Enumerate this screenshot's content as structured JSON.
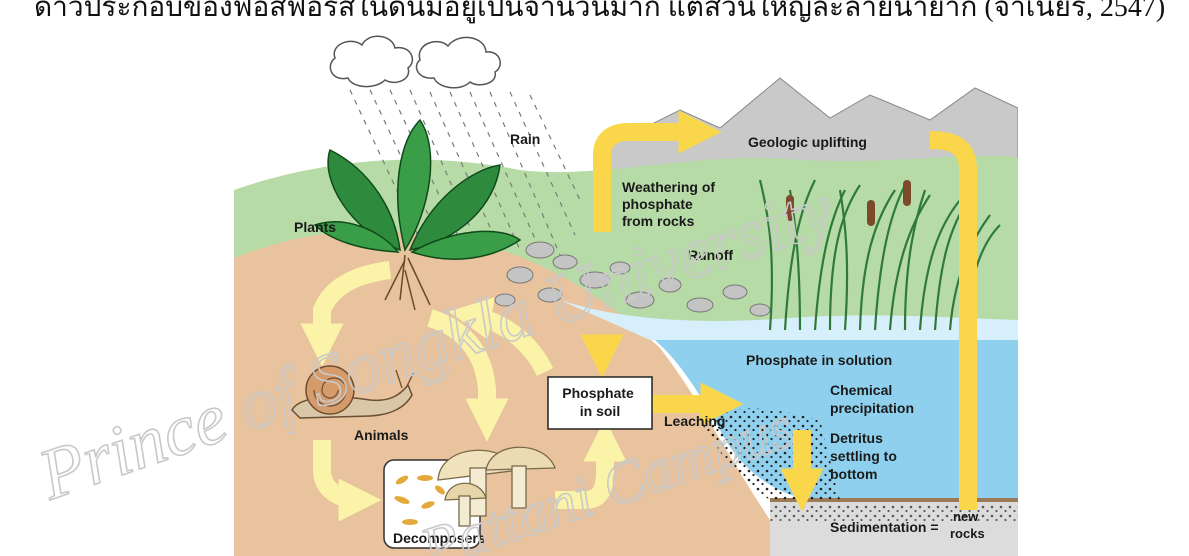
{
  "caption": "ดาวประกอบของฟอสฟอรัสในดินมีอยู่เป็นจำนวนมาก แต่ส่วนใหญ่ละลายน้ำยาก (จำเนียร, 2547)",
  "labels": {
    "rain": "Rain",
    "geologic_uplifting": "Geologic uplifting",
    "weathering": [
      "Weathering of",
      "phosphate",
      "from rocks"
    ],
    "plants": "Plants",
    "runoff": "Runoff",
    "phosphate_in_solution": "Phosphate in solution",
    "phosphate_in_soil": [
      "Phosphate",
      "in soil"
    ],
    "chemical_precipitation": [
      "Chemical",
      "precipitation"
    ],
    "leaching": "Leaching",
    "detritus": [
      "Detritus",
      "settling to",
      "bottom"
    ],
    "animals": "Animals",
    "sedimentation": "Sedimentation =",
    "new_rocks": [
      "new",
      "rocks"
    ],
    "decomposers": "Decomposers"
  },
  "watermark": [
    "Prince of Songkla University",
    "Pattani Campus"
  ],
  "colors": {
    "arrow": "#f9d64a",
    "arrow_light": "#fbf3a8",
    "soil": "#e8c39d",
    "grass": "#b6dba6",
    "water": "#8fd0ee",
    "sediment": "#dcdcdc"
  }
}
